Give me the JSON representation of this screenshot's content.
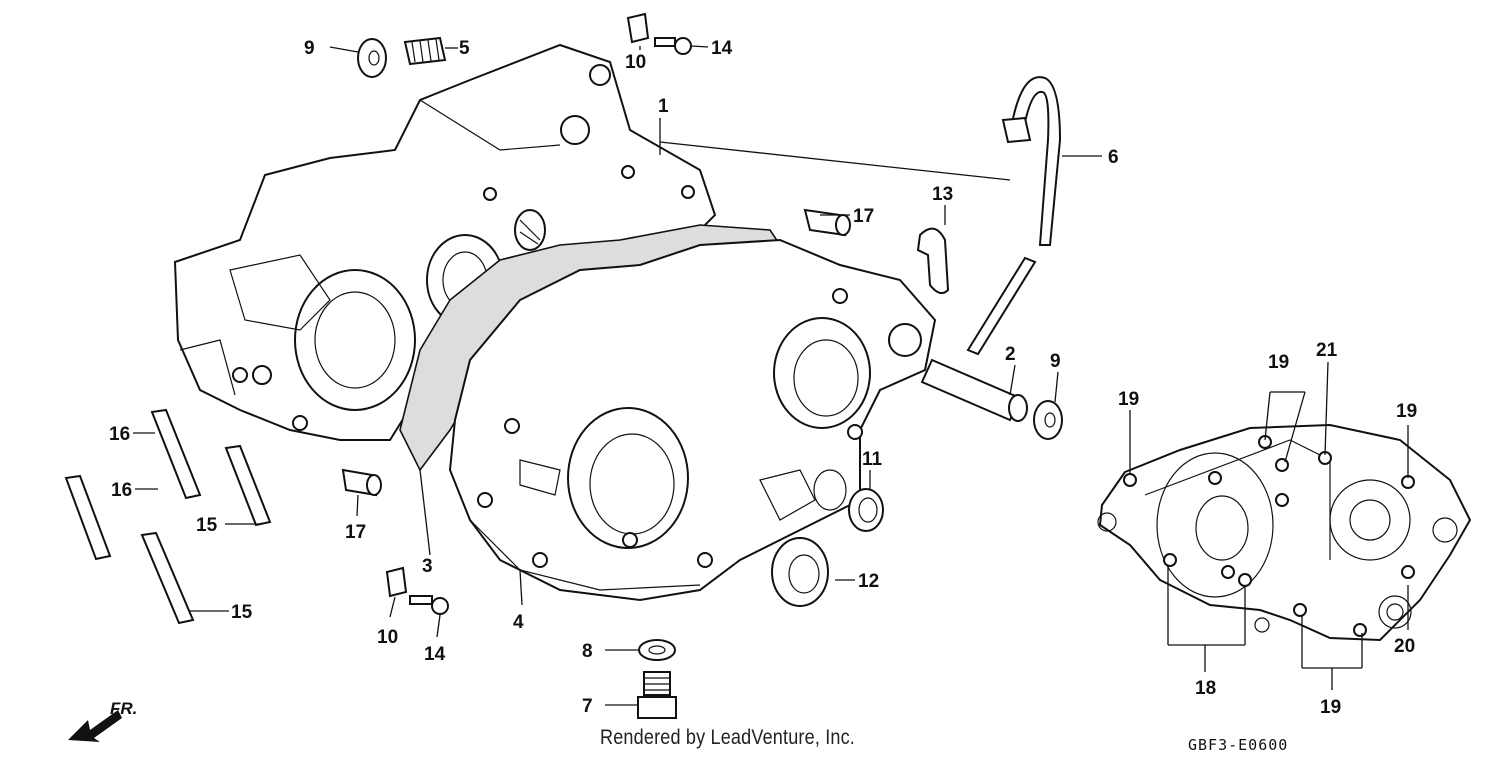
{
  "credit": "Rendered by LeadVenture, Inc.",
  "diagram_code": "GBF3-E0600",
  "direction": {
    "label": "FR.",
    "icon": "front-direction-arrow-icon"
  },
  "callouts": [
    {
      "id": "c1",
      "label": "1"
    },
    {
      "id": "c2",
      "label": "2"
    },
    {
      "id": "c3",
      "label": "3"
    },
    {
      "id": "c4",
      "label": "4"
    },
    {
      "id": "c5",
      "label": "5"
    },
    {
      "id": "c6",
      "label": "6"
    },
    {
      "id": "c7",
      "label": "7"
    },
    {
      "id": "c8",
      "label": "8"
    },
    {
      "id": "c9a",
      "label": "9"
    },
    {
      "id": "c9b",
      "label": "9"
    },
    {
      "id": "c10a",
      "label": "10"
    },
    {
      "id": "c10b",
      "label": "10"
    },
    {
      "id": "c11",
      "label": "11"
    },
    {
      "id": "c12",
      "label": "12"
    },
    {
      "id": "c13",
      "label": "13"
    },
    {
      "id": "c14a",
      "label": "14"
    },
    {
      "id": "c14b",
      "label": "14"
    },
    {
      "id": "c15a",
      "label": "15"
    },
    {
      "id": "c15b",
      "label": "15"
    },
    {
      "id": "c16a",
      "label": "16"
    },
    {
      "id": "c16b",
      "label": "16"
    },
    {
      "id": "c17a",
      "label": "17"
    },
    {
      "id": "c17b",
      "label": "17"
    },
    {
      "id": "c18",
      "label": "18"
    },
    {
      "id": "c19a",
      "label": "19"
    },
    {
      "id": "c19b",
      "label": "19"
    },
    {
      "id": "c19c",
      "label": "19"
    },
    {
      "id": "c19d",
      "label": "19"
    },
    {
      "id": "c20",
      "label": "20"
    },
    {
      "id": "c21",
      "label": "21"
    }
  ]
}
